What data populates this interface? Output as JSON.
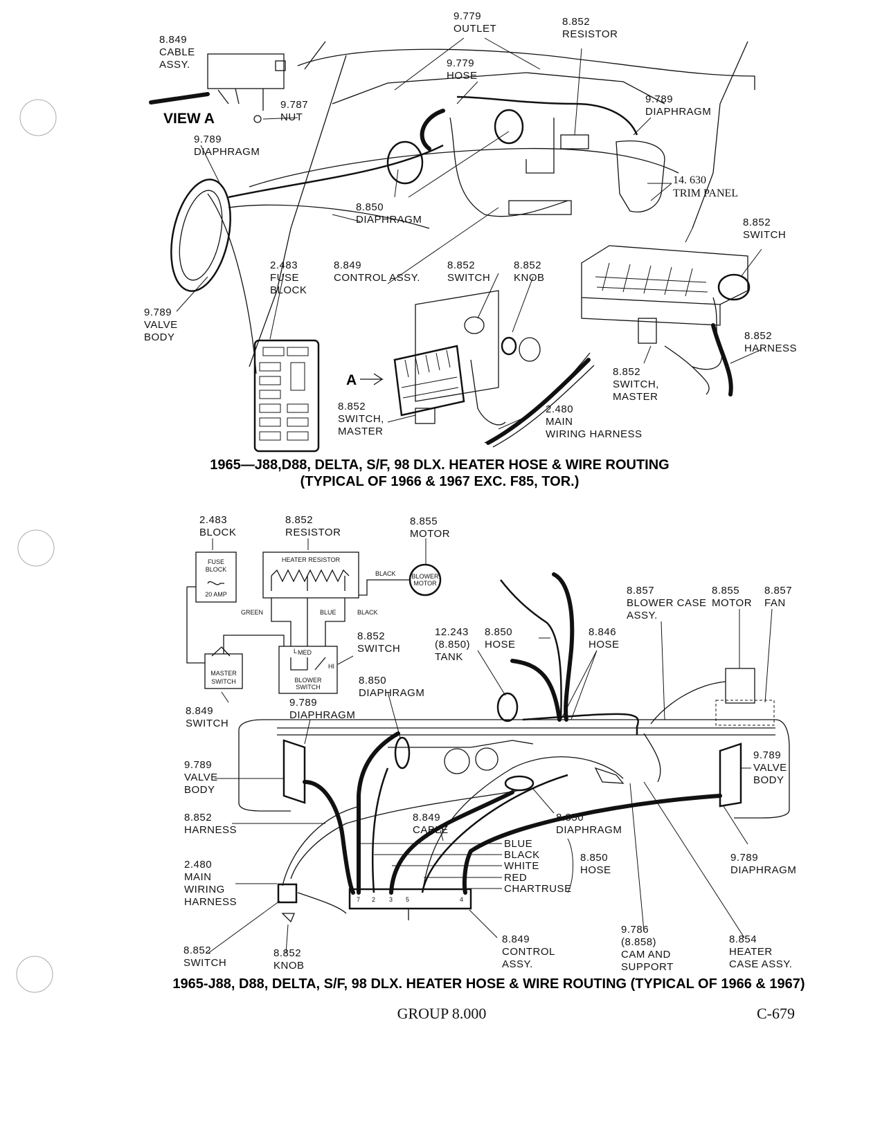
{
  "top": {
    "labels": {
      "outlet": [
        "9.779",
        "OUTLET"
      ],
      "resistor": [
        "8.852",
        "RESISTOR"
      ],
      "cable_assy": [
        "8.849",
        "CABLE",
        "ASSY."
      ],
      "hose": [
        "9.779",
        "HOSE"
      ],
      "nut": [
        "9.787",
        "NUT"
      ],
      "view_a": "VIEW  A",
      "diaphragm_r": [
        "9.789",
        "DIAPHRAGM"
      ],
      "diaphragm_l": [
        "9.789",
        "DIAPHRAGM"
      ],
      "trim_panel": [
        "14. 630",
        "TRIM PANEL"
      ],
      "diaphragm_850": [
        "8.850",
        "DIAPHRAGM"
      ],
      "switch_r": [
        "8.852",
        "SWITCH"
      ],
      "fuse_block": [
        "2.483",
        "FUSE",
        "BLOCK"
      ],
      "control_assy": [
        "8.849",
        "CONTROL ASSY."
      ],
      "switch_c": [
        "8.852",
        "SWITCH"
      ],
      "knob": [
        "8.852",
        "KNOB"
      ],
      "valve_body": [
        "9.789",
        "VALVE",
        "BODY"
      ],
      "harness": [
        "8.852",
        "HARNESS"
      ],
      "switch_master_r": [
        "8.852",
        "SWITCH,",
        "MASTER"
      ],
      "a_marker": "A",
      "switch_master_l": [
        "8.852",
        "SWITCH,",
        "MASTER"
      ],
      "main_harness": [
        "2.480",
        "MAIN",
        "WIRING HARNESS"
      ]
    },
    "caption": [
      "1965—J88,D88, DELTA, S/F, 98 DLX. HEATER HOSE & WIRE ROUTING",
      "(TYPICAL OF 1966 & 1967 EXC. F85, TOR.)"
    ]
  },
  "bottom": {
    "labels": {
      "block": [
        "2.483",
        "BLOCK"
      ],
      "resistor": [
        "8.852",
        "RESISTOR"
      ],
      "motor": [
        "8.855",
        "MOTOR"
      ],
      "switch": [
        "8.852",
        "SWITCH"
      ],
      "diaphragm_850": [
        "8.850",
        "DIAPHRAGM"
      ],
      "switch_849": [
        "8.849",
        "SWITCH"
      ],
      "diaphragm_789": [
        "9.789",
        "DIAPHRAGM"
      ],
      "tank": [
        "12.243",
        "(8.850)",
        "TANK"
      ],
      "hose_850": [
        "8.850",
        "HOSE"
      ],
      "hose_846": [
        "8.846",
        "HOSE"
      ],
      "blower_case": [
        "8.857",
        "BLOWER CASE",
        "ASSY."
      ],
      "motor_r": [
        "8.855",
        "MOTOR"
      ],
      "fan": [
        "8.857",
        "FAN"
      ],
      "valve_l": [
        "9.789",
        "VALVE",
        "BODY"
      ],
      "valve_r": [
        "9.789",
        "VALVE",
        "BODY"
      ],
      "harness": [
        "8.852",
        "HARNESS"
      ],
      "cable": [
        "8.849",
        "CABLE"
      ],
      "diaphragm_c": [
        "8.850",
        "DIAPHRAGM"
      ],
      "diaphragm_r": [
        "9.789",
        "DIAPHRAGM"
      ],
      "main_harness": [
        "2.480",
        "MAIN",
        "WIRING",
        "HARNESS"
      ],
      "hose_colors": [
        "BLUE",
        "BLACK",
        "WHITE",
        "RED",
        "CHARTRUSE"
      ],
      "hose_group": [
        "8.850",
        "HOSE"
      ],
      "switch_bl": [
        "8.852",
        "SWITCH"
      ],
      "knob": [
        "8.852",
        "KNOB"
      ],
      "control": [
        "8.849",
        "CONTROL",
        "ASSY."
      ],
      "cam": [
        "9.786",
        "(8.858)",
        "CAM  AND",
        "SUPPORT"
      ],
      "heater_case": [
        "8.854",
        "HEATER",
        "CASE ASSY."
      ]
    },
    "schematic": {
      "fuse_block": [
        "FUSE",
        "BLOCK"
      ],
      "amp": "20 AMP",
      "heater_resistor": "HEATER RESISTOR",
      "black": "BLACK",
      "blower_motor": [
        "BLOWER",
        "MOTOR"
      ],
      "green": "GREEN",
      "blue": "BLUE",
      "black2": "BLACK",
      "med": "MED",
      "hi": "HI",
      "lo": "L",
      "master_switch": [
        "MASTER",
        "SWITCH"
      ],
      "blower_switch": [
        "BLOWER",
        "SWITCH"
      ],
      "port_numbers": [
        "7",
        "2",
        "3",
        "5",
        "4"
      ]
    },
    "caption": "1965-J88, D88, DELTA, S/F, 98 DLX. HEATER HOSE & WIRE ROUTING (TYPICAL OF 1966 & 1967)"
  },
  "footer": {
    "group": "GROUP 8.000",
    "page": "C-679"
  }
}
